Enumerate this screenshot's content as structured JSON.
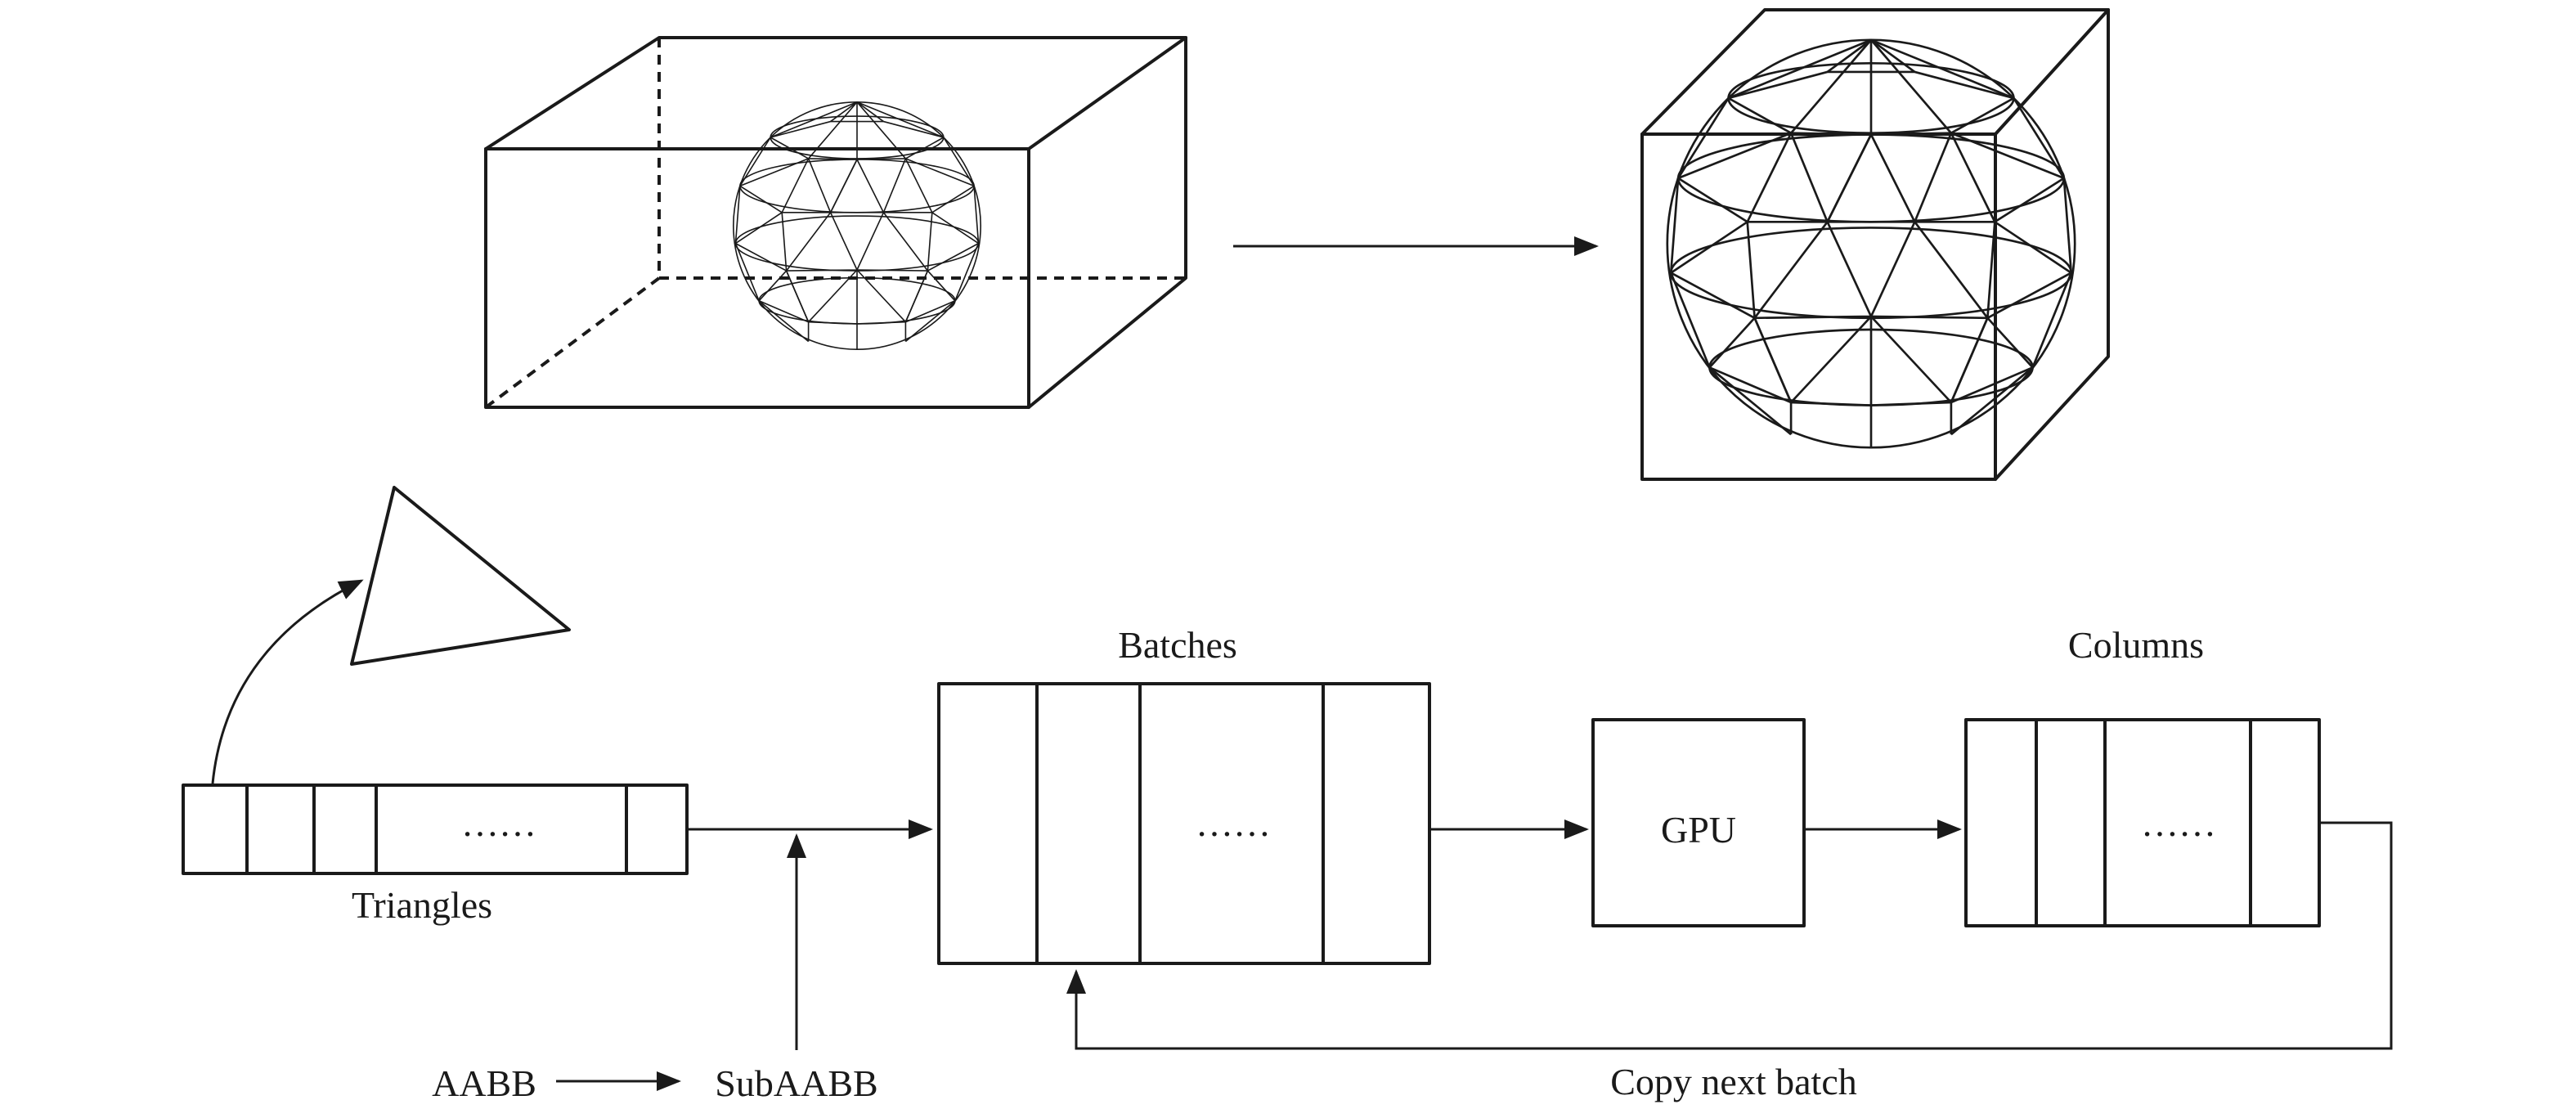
{
  "labels": {
    "batches": "Batches",
    "columns": "Columns",
    "triangles": "Triangles",
    "gpu": "GPU",
    "aabb": "AABB",
    "subaabb": "SubAABB",
    "copy_next_batch": "Copy next batch",
    "ellipsis_triangles": "……",
    "ellipsis_batches": "……",
    "ellipsis_columns": "……"
  }
}
